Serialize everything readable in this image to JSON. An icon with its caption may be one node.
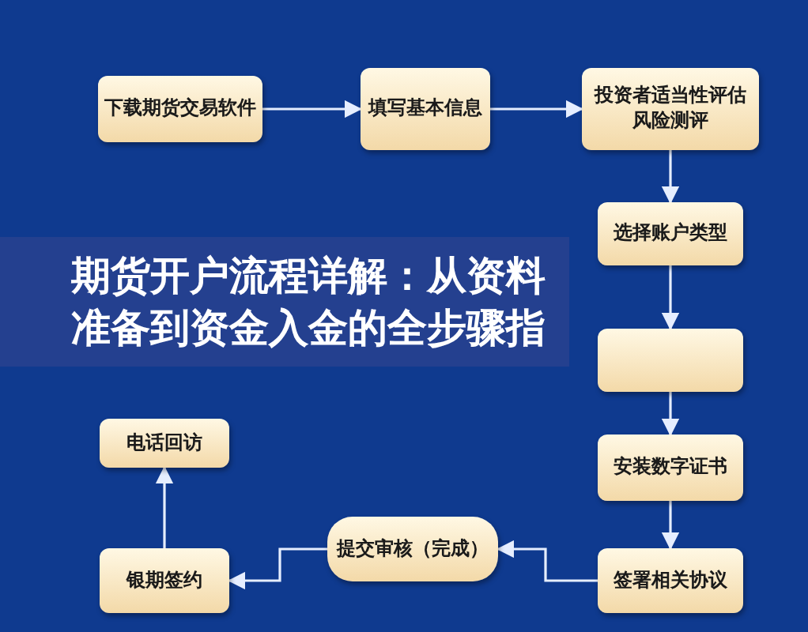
{
  "diagram": {
    "title": "期货开户流程详解：从资料准备到资金入金的全步骤指",
    "nodes": [
      {
        "text": [
          "下载期货交易软件"
        ]
      },
      {
        "text": [
          "填写基本信息"
        ]
      },
      {
        "text": [
          "投资者适当性评估风险测评"
        ]
      },
      {
        "text": [
          "选择账户类型"
        ]
      },
      {
        "text": [],
        "shape": "box"
      },
      {
        "text": [
          "安装数字证书"
        ]
      },
      {
        "text": [
          "签署相关协议"
        ]
      },
      {
        "text": [
          "提交审核（完成）"
        ]
      },
      {
        "text": [
          "银期签约"
        ]
      },
      {
        "text": [
          "电话回访"
        ]
      }
    ],
    "edges": [
      {
        "from": 0,
        "to": 1,
        "arrow": "to"
      },
      {
        "from": 1,
        "to": 2,
        "arrow": "to"
      },
      {
        "from": 2,
        "to": 3,
        "arrow": "to"
      },
      {
        "from": 3,
        "to": 4,
        "arrow": "to"
      },
      {
        "from": 4,
        "to": 5,
        "arrow": "to"
      },
      {
        "from": 5,
        "to": 6,
        "arrow": "to"
      },
      {
        "from": 6,
        "to": 7,
        "arrow": "to"
      },
      {
        "from": 7,
        "to": 8,
        "arrow": "to"
      },
      {
        "from": 8,
        "to": 9,
        "arrow": "to"
      }
    ]
  }
}
